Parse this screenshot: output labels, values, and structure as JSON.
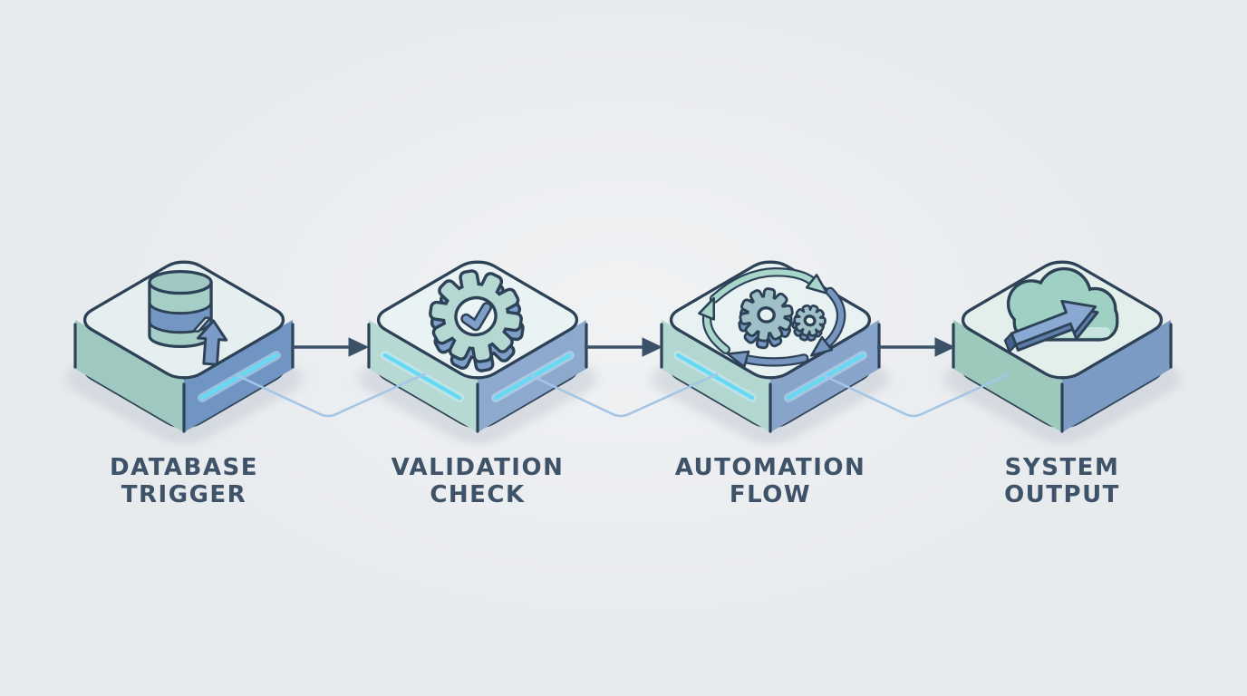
{
  "diagram": {
    "name": "automation-workflow-diagram",
    "flow_direction": "left-to-right",
    "step_count": 4
  },
  "steps": [
    {
      "name": "database-trigger",
      "label_line1": "DATABASE",
      "label_line2": "TRIGGER",
      "icon": "database-upload-icon",
      "faces": {
        "top": "#e5efef",
        "left": "#9fc9c0",
        "right": "#7195c2"
      },
      "glow_left": false,
      "glow_right": true
    },
    {
      "name": "validation-check",
      "label_line1": "VALIDATION",
      "label_line2": "CHECK",
      "icon": "gear-check-icon",
      "faces": {
        "top": "#e9f3f4",
        "left": "#b7d9d4",
        "right": "#8da9ce"
      },
      "glow_left": true,
      "glow_right": true
    },
    {
      "name": "automation-flow",
      "label_line1": "AUTOMATION",
      "label_line2": "FLOW",
      "icon": "gears-cycle-icon",
      "faces": {
        "top": "#e8f2f3",
        "left": "#b2d6d0",
        "right": "#88a4ca"
      },
      "glow_left": true,
      "glow_right": true
    },
    {
      "name": "system-output",
      "label_line1": "SYSTEM",
      "label_line2": "OUTPUT",
      "icon": "cloud-upload-icon",
      "faces": {
        "top": "#e3efeb",
        "left": "#9cc9bb",
        "right": "#7b9ac4"
      },
      "glow_left": false,
      "glow_right": false
    }
  ],
  "connectors": {
    "step_arrows": 3,
    "data_link_lines": 3
  },
  "colors": {
    "background": "#e8ebee",
    "outline": "#2e4257",
    "arrow": "#3a5168",
    "connector_line": "#a4c6e6",
    "glow": "#66d9f5",
    "label_text": "#3e5268",
    "shadow": "#c9cfd7",
    "icon_teal": "#aed3cc",
    "icon_blue": "#7e9fca",
    "icon_white": "#ecf5f5"
  }
}
